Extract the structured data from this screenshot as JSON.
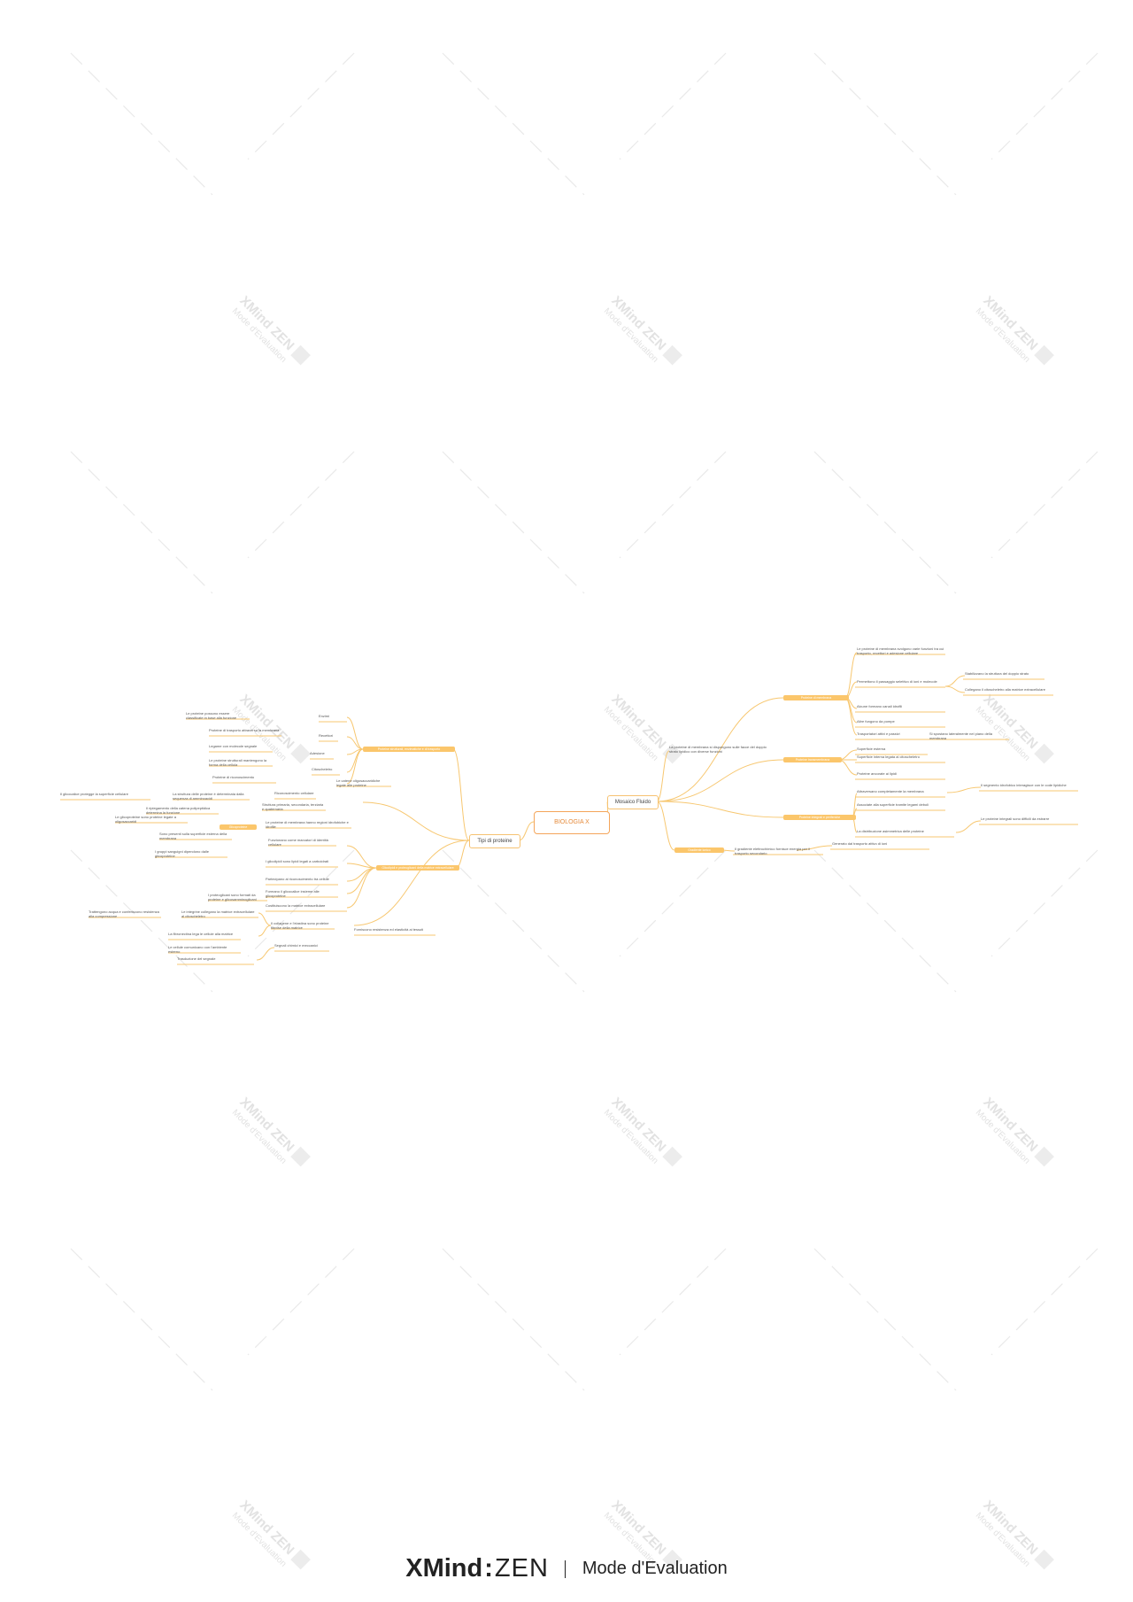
{
  "watermark": {
    "name": "XMind ZEN",
    "sub": "Mode d'Evaluation"
  },
  "center": {
    "label": "BIOLOGIA X"
  },
  "main_nodes": {
    "left": "Tipi di proteine",
    "right": "Mosaico Fluido"
  },
  "right_branch": {
    "intro": "La proteine di membrana si dispongono sulle facce del doppio strato lipidico con diverse funzioni",
    "pills": [
      "Proteine di membrana",
      "Proteine transmembrana",
      "Proteine integrali e periferiche",
      "Gradiente ionico"
    ],
    "labels": [
      "Le proteine di membrana svolgono varie funzioni tra cui trasporto, recettori e adesione cellulare",
      "Stabilizzano la struttura del doppio strato",
      "Collegano il citoscheletro alla matrice extracellulare",
      "Permettono il passaggio selettivo di ioni e molecole",
      "Alcune formano canali idrofili",
      "Altre fungono da pompe",
      "Trasportatori attivi e passivi",
      "Si spostano lateralmente nel piano della membrana",
      "Superficie esterna",
      "Superficie interna legata al citoscheletro",
      "Proteine ancorate ai lipidi",
      "Attraversano completamente la membrana",
      "Il segmento idrofobico interagisce con le code lipidiche",
      "Associate alla superficie tramite legami deboli",
      "Le proteine integrali sono difficili da estrarre",
      "La distribuzione asimmetrica delle proteine",
      "Generato dal trasporto attivo di ioni",
      "Il gradiente elettrochimico fornisce energia per il trasporto secondario"
    ]
  },
  "left_branch": {
    "pills": [
      "Proteine strutturali, enzimatiche e di trasporto",
      "Glicoproteine",
      "Glicolipidi e proteoglicani della matrice extracellulare"
    ],
    "labels": [
      "Le proteine possono essere classificate in base alla funzione",
      "Enzimi",
      "Proteine di trasporto attraverso la membrana",
      "Recettori",
      "Legame con molecole segnale",
      "Adesione",
      "Le proteine strutturali mantengono la forma della cellula",
      "Citoscheletro",
      "Proteine di riconoscimento",
      "Le catene oligosaccaridiche legate alle proteine",
      "Riconoscimento cellulare",
      "Il glicocalice protegge la superficie cellulare",
      "La struttura delle proteine è determinata dalla sequenza di amminoacidi",
      "Struttura primaria, secondaria, terziaria e quaternaria",
      "Il ripiegamento della catena polipeptidica determina la funzione",
      "Le proteine di membrana hanno regioni idrofobiche e idrofile",
      "Le glicoproteine sono proteine legate a oligosaccaridi",
      "Sono presenti sulla superficie esterna della membrana",
      "Funzionano come marcatori di identità cellulare",
      "I gruppi sanguigni dipendono dalle glicoproteine",
      "I glicolipidi sono lipidi legati a carboidrati",
      "Partecipano al riconoscimento tra cellule",
      "Formano il glicocalice insieme alle glicoproteine",
      "I proteoglicani sono formati da proteine e glicosamminoglicani",
      "Costituiscono la matrice extracellulare",
      "Trattengono acqua e conferiscono resistenza alla compressione",
      "Le integrine collegano la matrice extracellulare al citoscheletro",
      "Il collagene e l'elastina sono proteine fibrose della matrice",
      "Forniscono resistenza ed elasticità ai tessuti",
      "La fibronectina lega le cellule alla matrice",
      "Le cellule comunicano con l'ambiente esterno",
      "Segnali chimici e meccanici",
      "Trasduzione del segnale"
    ]
  },
  "footer": {
    "brand_a": "XMind",
    "brand_colon": ":",
    "brand_b": "ZEN",
    "mode": "Mode d'Evaluation"
  }
}
